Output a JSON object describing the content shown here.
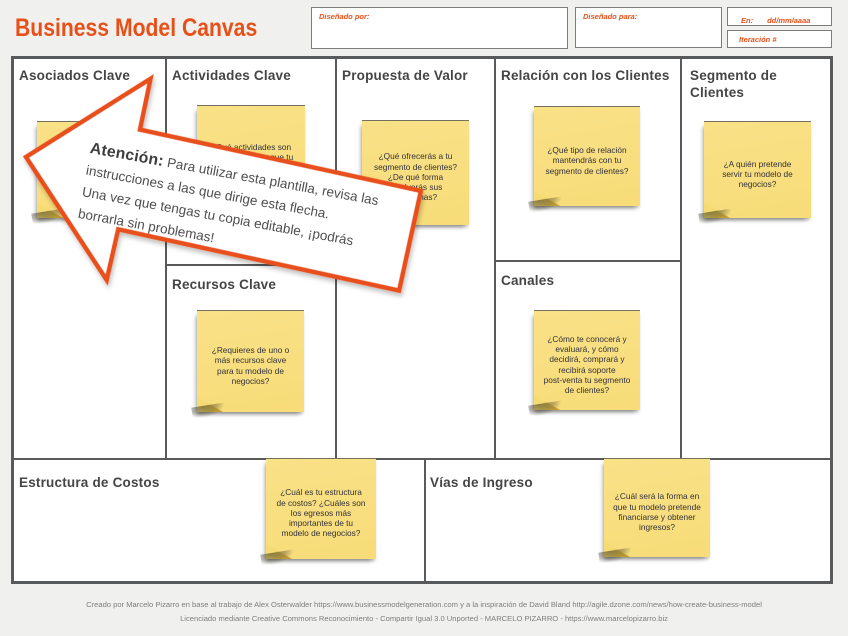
{
  "title": "Business Model Canvas",
  "colors": {
    "accent": "#e8501a",
    "note_fill": "#f7dc78",
    "grid_line": "#595a5c",
    "page_background": "#f0f0ee"
  },
  "header": {
    "designed_by_label": "Diseñado por:",
    "designed_for_label": "Diseñado para:",
    "date_label": "En:",
    "date_value": "dd/mm/aaaa",
    "iteration_label": "Iteración #"
  },
  "cells": {
    "asociados": {
      "title": "Asociados Clave",
      "note": ""
    },
    "actividades": {
      "title": "Actividades Clave",
      "note": "¿Qué actividades son necesarias para que tu modelo de negocios funcione?"
    },
    "recursos": {
      "title": "Recursos Clave",
      "note": "¿Requieres de uno o más recursos clave para tu modelo de negocios?"
    },
    "propuesta": {
      "title": "Propuesta de Valor",
      "note": "¿Qué ofrecerás a tu segmento de clientes? ¿De qué forma resolverás sus problemas?"
    },
    "relacion": {
      "title": "Relación con los Clientes",
      "note": "¿Qué tipo de relación mantendrás con tu segmento de clientes?"
    },
    "canales": {
      "title": "Canales",
      "note": "¿Cómo te conocerá y evaluará, y cómo decidirá, comprará y recibirá soporte post‑venta tu segmento de clientes?"
    },
    "segmento": {
      "title": "Segmento de Clientes",
      "note": "¿A quién pretende servir tu modelo de negocios?"
    },
    "estructura": {
      "title": "Estructura de Costos",
      "note": "¿Cuál es tu estructura de costos? ¿Cuáles son los egresos más importantes de tu modelo de negocios?"
    },
    "vias": {
      "title": "Vías de Ingreso",
      "note": "¿Cuál será la forma en que tu modelo pretende financiarse y obtener ingresos?"
    }
  },
  "arrow_note": {
    "emphasis": "Atención:",
    "line1_rest": " Para utilizar esta plantilla, revisa las",
    "line2": "instrucciones a las que dirige esta flecha.",
    "line3": "Una vez que tengas tu copia editable, ¡podrás",
    "line4": "borrarla sin problemas!"
  },
  "footer": {
    "line1": "Creado por Marcelo Pizarro en base al trabajo de Alex Osterwalder https://www.businessmodelgeneration.com y a la inspiración de David Bland http://agile.dzone.com/news/how-create-business-model",
    "line2": "Licenciado mediante Creative Commons Reconocimiento - Compartir Igual 3.0 Unported - MARCELO PIZARRO - https://www.marcelopizarro.biz"
  }
}
